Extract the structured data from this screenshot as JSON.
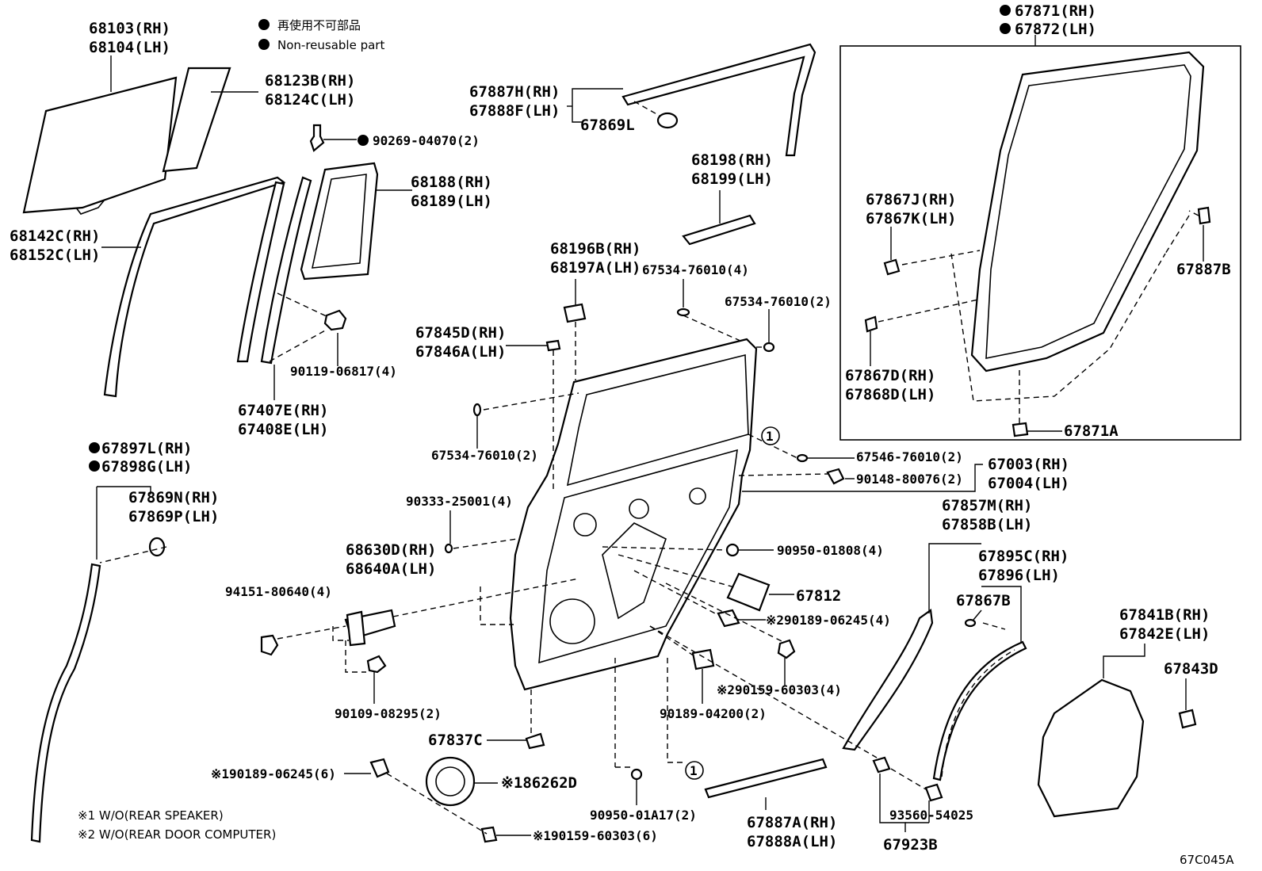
{
  "legend": {
    "jp_label": "再使用不可部品",
    "en_label": "Non-reusable part"
  },
  "notes": {
    "note1": "※1 W/O(REAR SPEAKER)",
    "note2": "※2 W/O(REAR DOOR COMPUTER)"
  },
  "diagram_code": "67C045A",
  "callout_symbol": "1",
  "parts": {
    "p68103": "68103(RH)",
    "p68104": "68104(LH)",
    "p68123B": "68123B(RH)",
    "p68124C": "68124C(LH)",
    "p90269": "90269-04070(2)",
    "p68142C": "68142C(RH)",
    "p68152C": "68152C(LH)",
    "p68188": "68188(RH)",
    "p68189": "68189(LH)",
    "p90119": "90119-06817(4)",
    "p67407E": "67407E(RH)",
    "p67408E": "67408E(LH)",
    "p67887H": "67887H(RH)",
    "p67888F": "67888F(LH)",
    "p67869L": "67869L",
    "p68198": "68198(RH)",
    "p68199": "68199(LH)",
    "p68196B": "68196B(RH)",
    "p68197A": "68197A(LH)",
    "p67534a": "67534-76010(4)",
    "p67534b": "67534-76010(2)",
    "p67534c": "67534-76010(2)",
    "p67845D": "67845D(RH)",
    "p67846A": "67846A(LH)",
    "p67871": "67871(RH)",
    "p67872": "67872(LH)",
    "p67867J": "67867J(RH)",
    "p67867K": "67867K(LH)",
    "p67887B": "67887B",
    "p67867D": "67867D(RH)",
    "p67868D": "67868D(LH)",
    "p67871A": "67871A",
    "p67546": "67546-76010(2)",
    "p90148": "90148-80076(2)",
    "p67003": "67003(RH)",
    "p67004": "67004(LH)",
    "p67897L": "67897L(RH)",
    "p67898G": "67898G(LH)",
    "p67869N": "67869N(RH)",
    "p67869P": "67869P(LH)",
    "p90333": "90333-25001(4)",
    "p68630D": "68630D(RH)",
    "p68640A": "68640A(LH)",
    "p67857M": "67857M(RH)",
    "p67858B": "67858B(LH)",
    "p67895C": "67895C(RH)",
    "p67896": "67896(LH)",
    "p90950a": "90950-01808(4)",
    "p67812": "67812",
    "p67867B": "67867B",
    "p94151": "94151-80640(4)",
    "p90189a": "※290189-06245(4)",
    "p90159a": "※290159-60303(4)",
    "p90189b": "90189-04200(2)",
    "p90109": "90109-08295(2)",
    "p67841B": "67841B(RH)",
    "p67842E": "67842E(LH)",
    "p67843D": "67843D",
    "p67837C": "67837C",
    "p90189c": "※190189-06245(6)",
    "p86262D": "※186262D",
    "p90950b": "90950-01A17(2)",
    "p67887A": "67887A(RH)",
    "p67888A": "67888A(LH)",
    "p93560": "93560-54025",
    "p67923B": "67923B",
    "p90159b": "※190159-60303(6)"
  }
}
